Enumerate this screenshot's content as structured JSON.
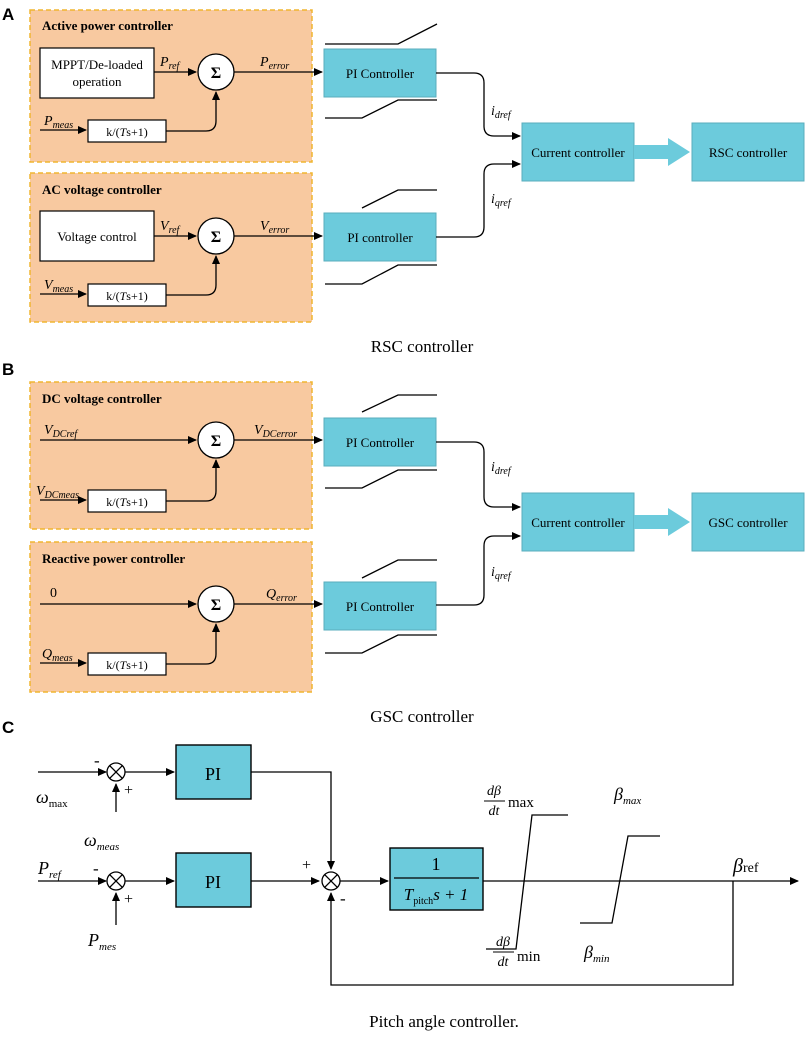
{
  "colors": {
    "group_fill": "#f8c9a0",
    "group_border": "#f0b530",
    "block_fill": "#6ccbdc",
    "arrow_fill": "#6ccbdc",
    "line": "#000000"
  },
  "panelA": {
    "letter": "A",
    "caption": "RSC controller",
    "group1": {
      "title": "Active power controller",
      "source_line1": "MPPT/De-loaded",
      "source_line2": "operation",
      "ref_sym": "P",
      "ref_sub": "ref",
      "meas_sym": "P",
      "meas_sub": "meas",
      "filter_prefix": "k/(",
      "filter_T": "T",
      "filter_suffix": "s+1)",
      "error_sym": "P",
      "error_sub": "error",
      "sum": "Σ"
    },
    "group2": {
      "title": "AC voltage controller",
      "source": "Voltage control",
      "ref_sym": "V",
      "ref_sub": "ref",
      "meas_sym": "V",
      "meas_sub": "meas",
      "filter_prefix": "k/(",
      "filter_T": "T",
      "filter_suffix": "s+1)",
      "error_sym": "V",
      "error_sub": "error",
      "sum": "Σ"
    },
    "pi1": "PI Controller",
    "pi2": "PI controller",
    "id_sym": "i",
    "id_sub": "dref",
    "iq_sym": "i",
    "iq_sub": "qref",
    "current": "Current controller",
    "out": "RSC controller"
  },
  "panelB": {
    "letter": "B",
    "caption": "GSC controller",
    "group1": {
      "title": "DC voltage controller",
      "ref_sym": "V",
      "ref_sub": "DCref",
      "meas_sym": "V",
      "meas_sub": "DCmeas",
      "filter_prefix": "k/(",
      "filter_T": "T",
      "filter_suffix": "s+1)",
      "error_sym": "V",
      "error_sub": "DCerror",
      "sum": "Σ"
    },
    "group2": {
      "title": "Reactive power controller",
      "ref": "0",
      "meas_sym": "Q",
      "meas_sub": "meas",
      "filter_prefix": "k/(",
      "filter_T": "T",
      "filter_suffix": "s+1)",
      "error_sym": "Q",
      "error_sub": "error",
      "sum": "Σ"
    },
    "pi1": "PI Controller",
    "pi2": "PI Controller",
    "id_sym": "i",
    "id_sub": "dref",
    "iq_sym": "i",
    "iq_sub": "qref",
    "current": "Current controller",
    "out": "GSC controller"
  },
  "panelC": {
    "letter": "C",
    "caption": "Pitch angle controller.",
    "pi1": "PI",
    "pi2": "PI",
    "omega": "ω",
    "omega_max_sub": "max",
    "omega_meas_sub": "meas",
    "p_sym": "P",
    "p_ref_sub": "ref",
    "p_mes_sub": "mes",
    "minus": "-",
    "plus": "+",
    "tf_num": "1",
    "tf_T": "T",
    "tf_T_sub": "pitch",
    "tf_s": "s + 1",
    "dbeta": "dβ",
    "dt": "dt",
    "rate_max": "max",
    "rate_min": "min",
    "beta": "β",
    "beta_max_sub": "max",
    "beta_min_sub": "min",
    "beta_ref_sub": "ref"
  }
}
